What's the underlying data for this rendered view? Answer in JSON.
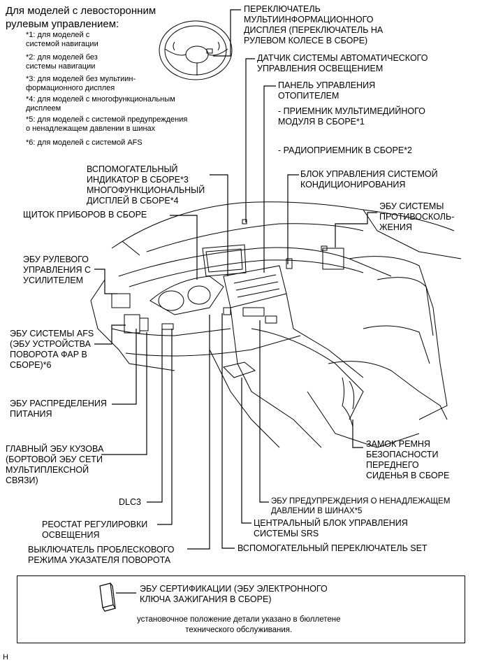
{
  "header": {
    "title": "Для моделей с левосторонним\nрулевым управлением:",
    "notes": [
      "*1: для моделей с\nсистемой навигации",
      "*2: для моделей без\nсистемы навигации",
      "*3: для моделей без мультиин-\nформационного дисплея",
      "*4: для моделей с многофункциональным\nдисплеем",
      "*5: для моделей с системой предупреждения\nо ненадлежащем давлении в шинах",
      "*6: для моделей с системой AFS"
    ]
  },
  "labels": {
    "multiinfo_switch": "ПЕРЕКЛЮЧАТЕЛЬ\nМУЛЬТИИНФОРМАЦИОННОГО\nДИСПЛЕЯ (ПЕРЕКЛЮЧАТЕЛЬ НА\nРУЛЕВОМ КОЛЕСЕ В СБОРЕ)",
    "auto_light_sensor": "ДАТЧИК СИСТЕМЫ АВТОМАТИЧЕСКОГО\nУПРАВЛЕНИЯ ОСВЕЩЕНИЕМ",
    "heater_panel": "ПАНЕЛЬ УПРАВЛЕНИЯ\nОТОПИТЕЛЕМ",
    "multimedia_receiver": "- ПРИЕМНИК МУЛЬТИМЕДИЙНОГО\nМОДУЛЯ В СБОРЕ*1",
    "radio_receiver": "- РАДИОПРИЕМНИК В СБОРЕ*2",
    "aux_indicator": "ВСПОМОГАТЕЛЬНЫЙ\nИНДИКАТОР В СБОРЕ*3\nМНОГОФУНКЦИОНАЛЬНЫЙ\nДИСПЛЕЙ В СБОРЕ*4",
    "ac_control": "БЛОК УПРАВЛЕНИЯ СИСТЕМОЙ\nКОНДИЦИОНИРОВАНИЯ",
    "instrument_cluster": "ЩИТОК ПРИБОРОВ В СБОРЕ",
    "anticollision_ecu": "ЭБУ СИСТЕМЫ\nПРОТИВОСКОЛЬ-\nЖЕНИЯ",
    "eps_ecu": "ЭБУ РУЛЕВОГО\nУПРАВЛЕНИЯ С\nУСИЛИТЕЛЕМ",
    "afs_ecu": "ЭБУ СИСТЕМЫ AFS\n(ЭБУ УСТРОЙСТВА\nПОВОРОТА ФАР В\nСБОРЕ)*6",
    "power_dist_ecu": "ЭБУ РАСПРЕДЕЛЕНИЯ\nПИТАНИЯ",
    "main_body_ecu": "ГЛАВНЫЙ ЭБУ КУЗОВА\n(БОРТОВОЙ ЭБУ СЕТИ\nМУЛЬТИПЛЕКСНОЙ\nСВЯЗИ)",
    "seatbelt_buckle": "ЗАМОК РЕМНЯ\nБЕЗОПАСНОСТИ\nПЕРЕДНЕГО\nСИДЕНЬЯ В СБОРЕ",
    "dlc3": "DLC3",
    "tpms_ecu": "ЭБУ ПРЕДУПРЕЖДЕНИЯ О НЕНАДЛЕЖАЩЕМ\nДАВЛЕНИИ В ШИНАХ*5",
    "rheostat": "РЕОСТАТ РЕГУЛИРОВКИ\nОСВЕЩЕНИЯ",
    "srs_center": "ЦЕНТРАЛЬНЫЙ БЛОК УПРАВЛЕНИЯ\nСИСТЕМЫ SRS",
    "hazard_switch": "ВЫКЛЮЧАТЕЛЬ ПРОБЛЕСКОВОГО\nРЕЖИМА УКАЗАТЕЛЯ ПОВОРОТА",
    "aux_set_switch": "ВСПОМОГАТЕЛЬНЫЙ ПЕРЕКЛЮЧАТЕЛЬ SET"
  },
  "certification_box": {
    "title": "ЭБУ СЕРТИФИКАЦИИ (ЭБУ ЭЛЕКТРОННОГО\nКЛЮЧА ЗАЖИГАНИЯ В СБОРЕ)",
    "note": "установочное положение детали указано в бюллетене\nтехнического обслуживания."
  },
  "footer": {
    "mark": "H"
  }
}
